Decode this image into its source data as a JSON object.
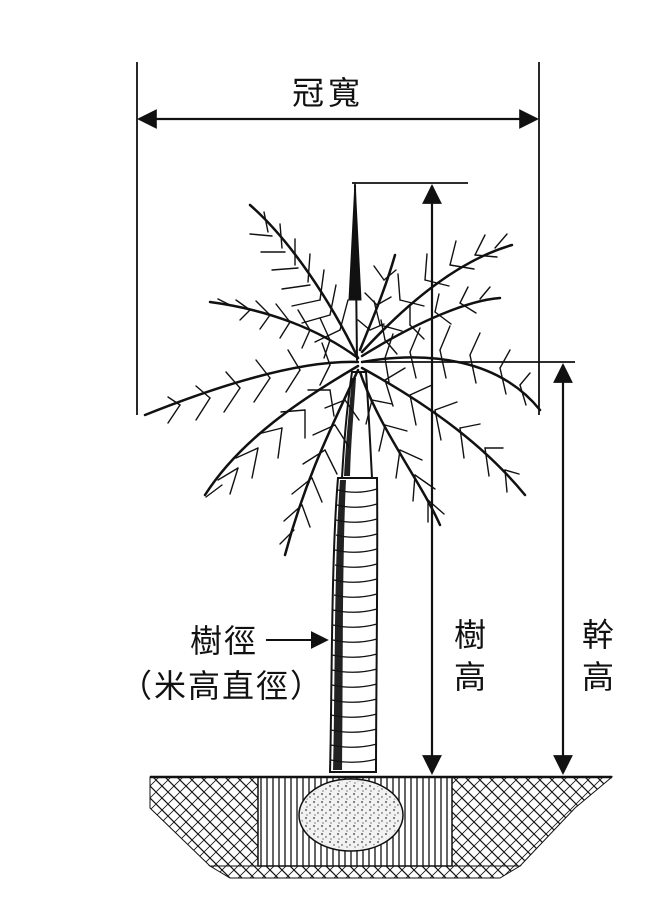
{
  "labels": {
    "crown_width": "冠寬",
    "trunk_diameter": "樹徑",
    "trunk_diameter_note": "（米高直徑）",
    "tree_height_1": "樹",
    "tree_height_2": "高",
    "trunk_height_1": "幹",
    "trunk_height_2": "高"
  },
  "colors": {
    "ink": "#111111",
    "background": "#ffffff",
    "rootball": "#f2f2f2"
  }
}
